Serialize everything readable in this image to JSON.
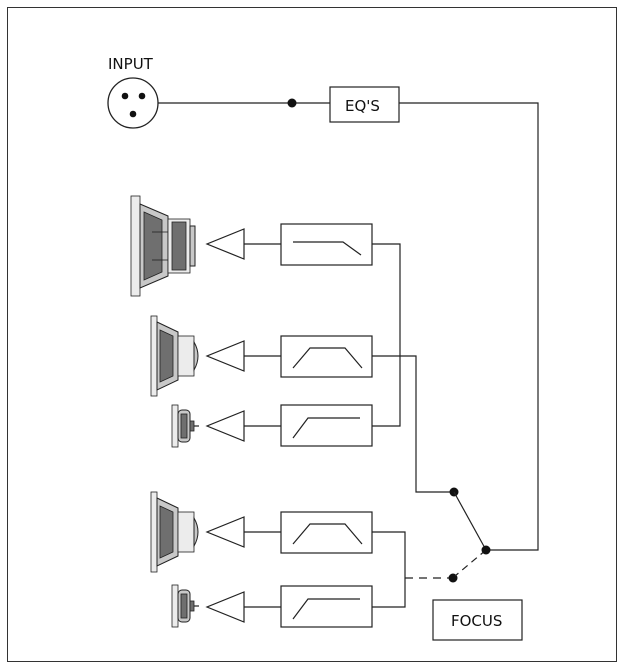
{
  "labels": {
    "input": "INPUT",
    "eq": "EQ'S",
    "focus": "FOCUS"
  },
  "filter_types": [
    "low-pass",
    "band-pass",
    "high-pass",
    "band-pass",
    "high-pass"
  ],
  "speaker_types": [
    "woofer",
    "midrange",
    "tweeter",
    "midrange",
    "tweeter"
  ],
  "icons": [
    "xlr-input-connector-icon",
    "amplifier-triangle-icon",
    "switch-icon"
  ]
}
